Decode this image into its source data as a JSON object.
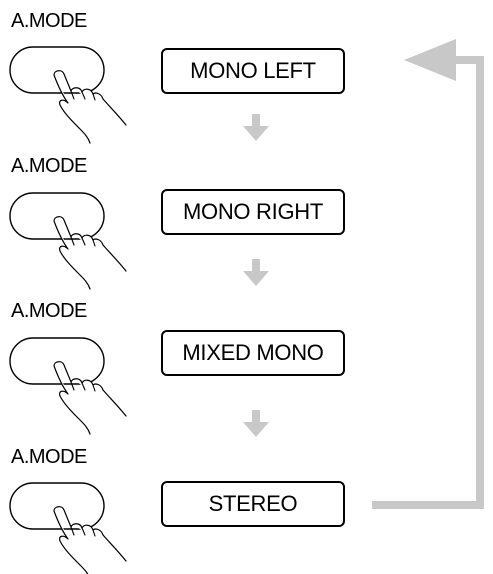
{
  "button_label": "A.MODE",
  "steps": [
    {
      "button_label": "A.MODE",
      "mode": "MONO LEFT"
    },
    {
      "button_label": "A.MODE",
      "mode": "MONO RIGHT"
    },
    {
      "button_label": "A.MODE",
      "mode": "MIXED MONO"
    },
    {
      "button_label": "A.MODE",
      "mode": "STEREO"
    }
  ],
  "colors": {
    "arrow": "#c8c8c8",
    "outline": "#000000"
  }
}
